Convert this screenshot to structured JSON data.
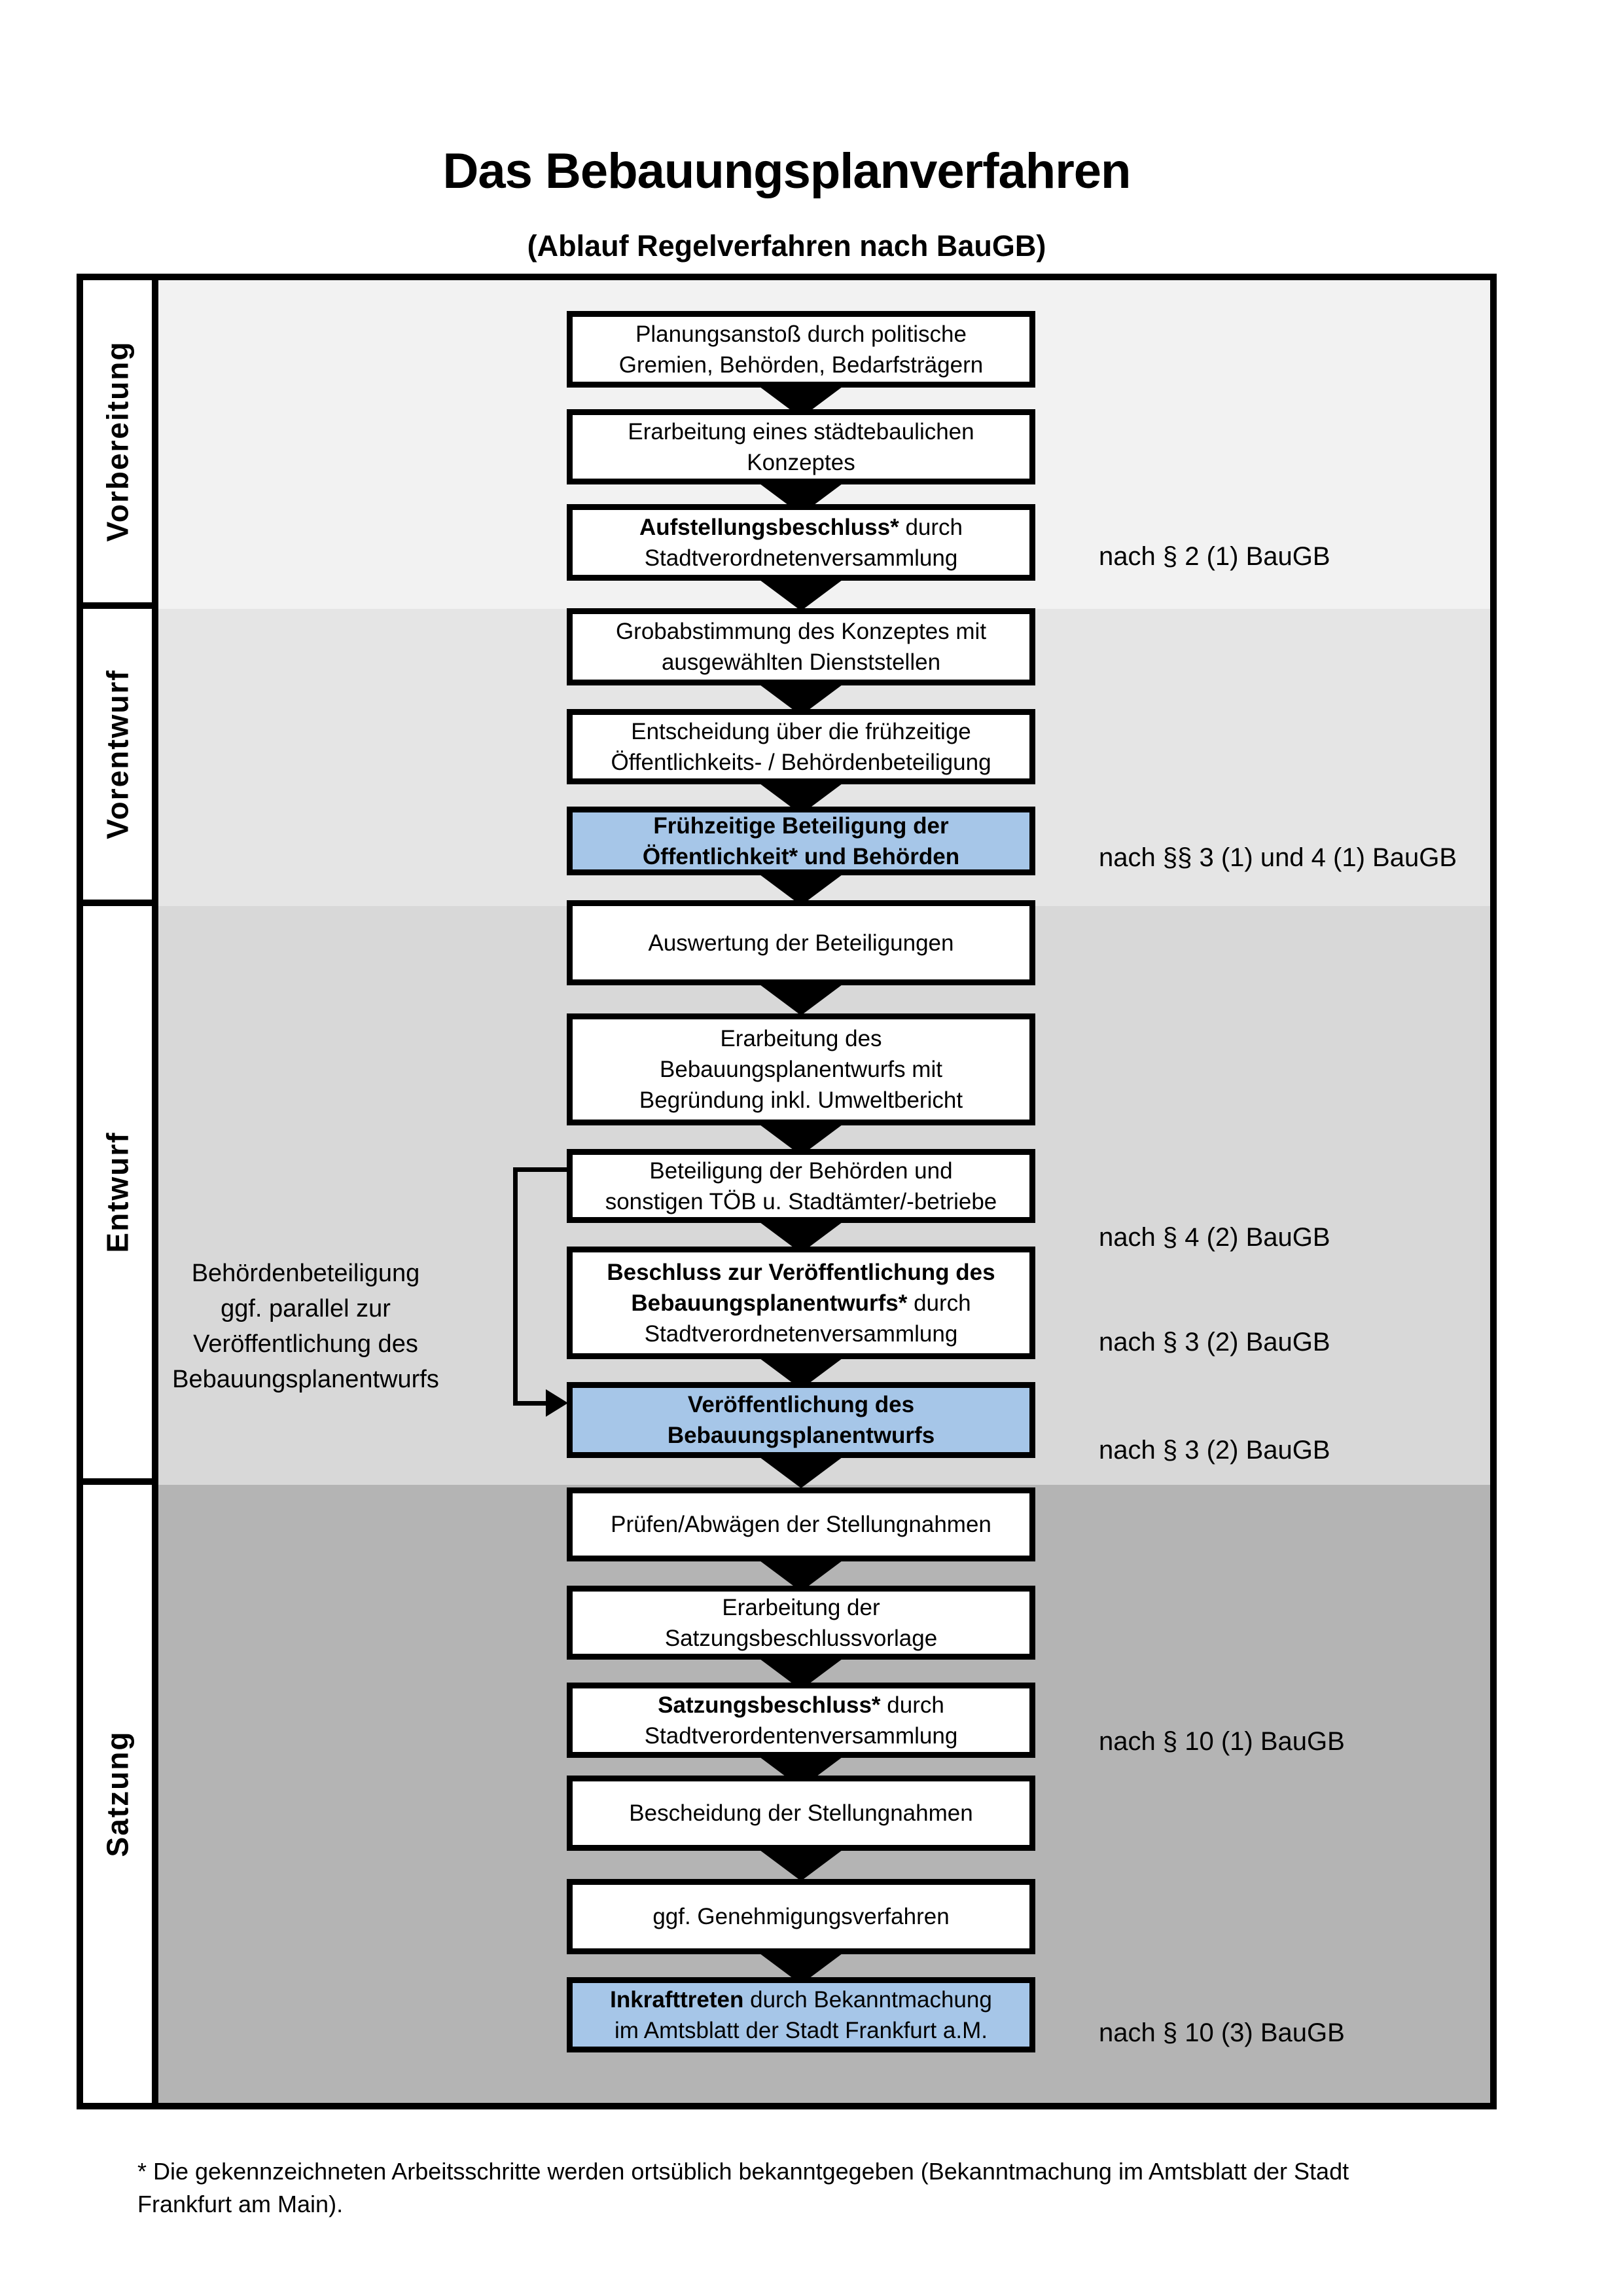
{
  "title": "Das Bebauungsplanverfahren",
  "subtitle": "(Ablauf Regelverfahren nach BauGB)",
  "colors": {
    "highlight_blue": "#a6c6e8",
    "box_border": "#000000",
    "phase_shades": [
      "#f2f2f2",
      "#e5e5e5",
      "#d8d8d8",
      "#b4b4b4"
    ]
  },
  "phases": [
    {
      "label": "Vorbereitung"
    },
    {
      "label": "Vorentwurf"
    },
    {
      "label": "Entwurf"
    },
    {
      "label": "Satzung"
    }
  ],
  "flow": {
    "boxes": [
      {
        "l1": "Planungsanstoß durch politische",
        "l2": "Gremien, Behörden, Bedarfsträgern"
      },
      {
        "l1": "Erarbeitung eines städtebaulichen",
        "l2": "Konzeptes"
      },
      {
        "b1": "Aufstellungsbeschluss*",
        "t1": " durch",
        "l2": "Stadtverordnetenversammlung"
      },
      {
        "l1": "Grobabstimmung des Konzeptes mit",
        "l2": "ausgewählten Dienststellen"
      },
      {
        "l1": "Entscheidung über die frühzeitige",
        "l2": "Öffentlichkeits- / Behördenbeteiligung"
      },
      {
        "b1": "Frühzeitige Beteiligung der",
        "b2": "Öffentlichkeit* und Behörden"
      },
      {
        "l1": "Auswertung der Beteiligungen"
      },
      {
        "l1": "Erarbeitung des",
        "l2": "Bebauungsplanentwurfs mit",
        "l3": "Begründung inkl. Umweltbericht"
      },
      {
        "l1": "Beteiligung der Behörden und",
        "l2": "sonstigen TÖB u. Stadtämter/-betriebe"
      },
      {
        "b1": "Beschluss zur Veröffentlichung des",
        "b2": "Bebauungsplanentwurfs*",
        "t2": " durch",
        "l3": "Stadtverordnetenversammlung"
      },
      {
        "b1": "Veröffentlichung des",
        "b2": "Bebauungsplanentwurfs"
      },
      {
        "l1": "Prüfen/Abwägen der Stellungnahmen"
      },
      {
        "l1": "Erarbeitung der",
        "l2": "Satzungsbeschlussvorlage"
      },
      {
        "b1": "Satzungsbeschluss*",
        "t1": " durch",
        "l2": "Stadtverordentenversammlung"
      },
      {
        "l1": "Bescheidung der Stellungnahmen"
      },
      {
        "l1": "ggf. Genehmigungsverfahren"
      },
      {
        "b1": "Inkrafttreten",
        "t1": " durch Bekanntmachung",
        "l2": "im Amtsblatt der Stadt Frankfurt a.M."
      }
    ]
  },
  "annotations": [
    {
      "text": "nach § 2 (1) BauGB"
    },
    {
      "text": "nach §§ 3 (1) und 4 (1) BauGB"
    },
    {
      "text": "nach § 4 (2) BauGB"
    },
    {
      "text": "nach § 3 (2) BauGB"
    },
    {
      "text": "nach § 3 (2) BauGB"
    },
    {
      "text": "nach § 10 (1) BauGB"
    },
    {
      "text": "nach § 10 (3) BauGB"
    }
  ],
  "side_note": {
    "l1": "Behördenbeteiligung",
    "l2": "ggf. parallel zur",
    "l3": "Veröffentlichung des",
    "l4": "Bebauungsplanentwurfs"
  },
  "footnote": {
    "l1": "* Die gekennzeichneten Arbeitsschritte werden ortsüblich bekanntgegeben (Bekanntmachung im Amtsblatt  der Stadt",
    "l2": "Frankfurt am Main)."
  }
}
